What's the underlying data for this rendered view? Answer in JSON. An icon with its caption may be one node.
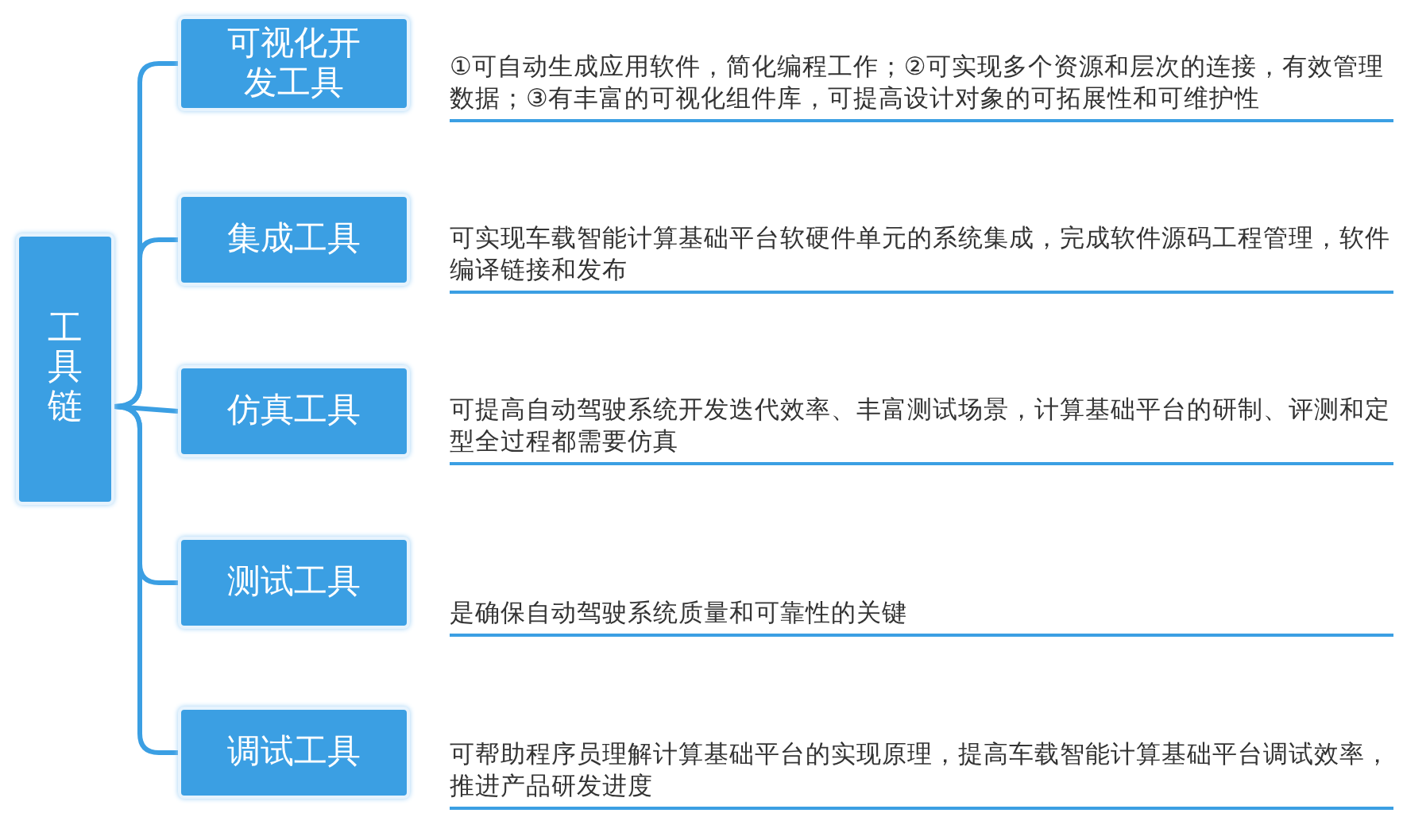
{
  "diagram": {
    "nodes": [
      {
        "text": [
          "工具链"
        ]
      },
      {
        "text": [
          "可视化开发工具"
        ],
        "beside": [
          "①可自动生成应用软件，简化编程工作；②可实现多个资源和层次的连接，有效管理数据；③有丰富的可视化组件库，可提高设计对象的可拓展性和可维护性"
        ]
      },
      {
        "text": [
          "集成工具"
        ],
        "beside": [
          "可实现车载智能计算基础平台软硬件单元的系统集成，完成软件源码工程管理，软件编译链接和发布"
        ]
      },
      {
        "text": [
          "仿真工具"
        ],
        "beside": [
          "可提高自动驾驶系统开发迭代效率、丰富测试场景，计算基础平台的研制、评测和定型全过程都需要仿真"
        ]
      },
      {
        "text": [
          "测试工具"
        ],
        "beside": [
          "是确保自动驾驶系统质量和可靠性的关键"
        ]
      },
      {
        "text": [
          "调试工具"
        ],
        "beside": [
          "可帮助程序员理解计算基础平台的实现原理，提高车载智能计算基础平台调试效率，推进产品研发进度"
        ]
      }
    ],
    "edges": [
      {
        "from": 0,
        "to": 1,
        "arrow": "none"
      },
      {
        "from": 0,
        "to": 2,
        "arrow": "none"
      },
      {
        "from": 0,
        "to": 3,
        "arrow": "none"
      },
      {
        "from": 0,
        "to": 4,
        "arrow": "none"
      },
      {
        "from": 0,
        "to": 5,
        "arrow": "none"
      }
    ]
  }
}
